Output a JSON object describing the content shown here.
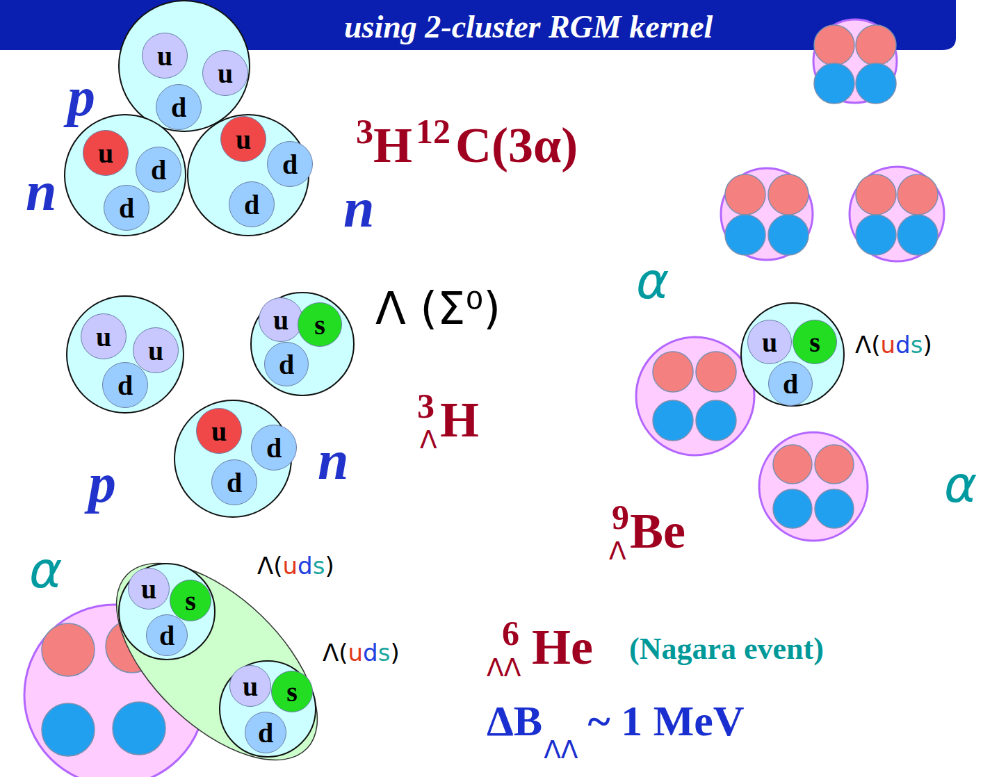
{
  "diagram": {
    "title": "using 2-cluster RGM kernel",
    "nodes": [
      {
        "text": [
          "p"
        ]
      },
      {
        "text": [
          "u"
        ],
        "in": 0
      },
      {
        "text": [
          "u"
        ],
        "in": 0
      },
      {
        "text": [
          "d"
        ],
        "in": 0
      },
      {
        "text": [
          "n"
        ]
      },
      {
        "text": [
          "u"
        ],
        "in": 4
      },
      {
        "text": [
          "d"
        ],
        "in": 4
      },
      {
        "text": [
          "d"
        ],
        "in": 4
      },
      {
        "text": [
          "n"
        ]
      },
      {
        "text": [
          "u"
        ],
        "in": 8
      },
      {
        "text": [
          "d"
        ],
        "in": 8
      },
      {
        "text": [
          "d"
        ],
        "in": 8
      },
      {
        "text": [
          "p"
        ]
      },
      {
        "text": [
          "u"
        ],
        "in": 12
      },
      {
        "text": [
          "u"
        ],
        "in": 12
      },
      {
        "text": [
          "d"
        ],
        "in": 12
      },
      {
        "text": [
          "n"
        ]
      },
      {
        "text": [
          "u"
        ],
        "in": 16
      },
      {
        "text": [
          "d"
        ],
        "in": 16
      },
      {
        "text": [
          "d"
        ],
        "in": 16
      },
      {
        "text": [
          "Λ (Σ⁰)"
        ]
      },
      {
        "text": [
          "u"
        ],
        "in": 20
      },
      {
        "text": [
          "s"
        ],
        "in": 20
      },
      {
        "text": [
          "d"
        ],
        "in": 20
      },
      {
        "text": [
          "α"
        ]
      },
      {
        "text": [
          "Λ(uds)"
        ]
      },
      {
        "text": [
          "u"
        ],
        "in": 25
      },
      {
        "text": [
          "s"
        ],
        "in": 25
      },
      {
        "text": [
          "d"
        ],
        "in": 25
      },
      {
        "text": [
          "α"
        ]
      },
      {
        "text": [
          "α"
        ]
      },
      {
        "text": [
          "Λ(uds)"
        ]
      },
      {
        "text": [
          "u"
        ],
        "in": 31
      },
      {
        "text": [
          "s"
        ],
        "in": 31
      },
      {
        "text": [
          "d"
        ],
        "in": 31
      },
      {
        "text": [
          "Λ(uds)"
        ]
      },
      {
        "text": [
          "u"
        ],
        "in": 35
      },
      {
        "text": [
          "s"
        ],
        "in": 35
      },
      {
        "text": [
          "d"
        ],
        "in": 35
      }
    ],
    "labels": [
      "3",
      "H",
      "12",
      "C(3α)",
      "3",
      "Λ",
      "H",
      "9",
      "Λ",
      "Be",
      "6",
      "ΛΛ",
      "He",
      "(Nagara event)",
      "ΔB",
      "ΛΛ",
      "~ 1 MeV"
    ]
  }
}
